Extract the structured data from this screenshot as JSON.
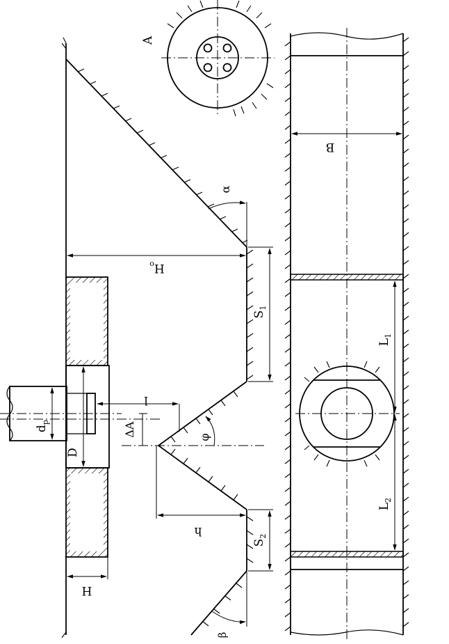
{
  "labels": {
    "view_a": "A",
    "width_b": "B",
    "height_h0": "H",
    "height_h0_sub": "o",
    "angle_alpha": "α",
    "angle_phi": "φ",
    "angle_beta": "β",
    "length_s1": "S",
    "length_s1_sub": "1",
    "length_s2": "S",
    "length_s2_sub": "2",
    "length_l": "l",
    "delta_a": "ΔA",
    "height_h": "h",
    "height_H": "H",
    "diameter_D": "D",
    "diameter_dp": "d",
    "diameter_dp_sub": "p",
    "length_l1": "L",
    "length_l1_sub": "1",
    "length_l2": "L",
    "length_l2_sub": "2"
  }
}
